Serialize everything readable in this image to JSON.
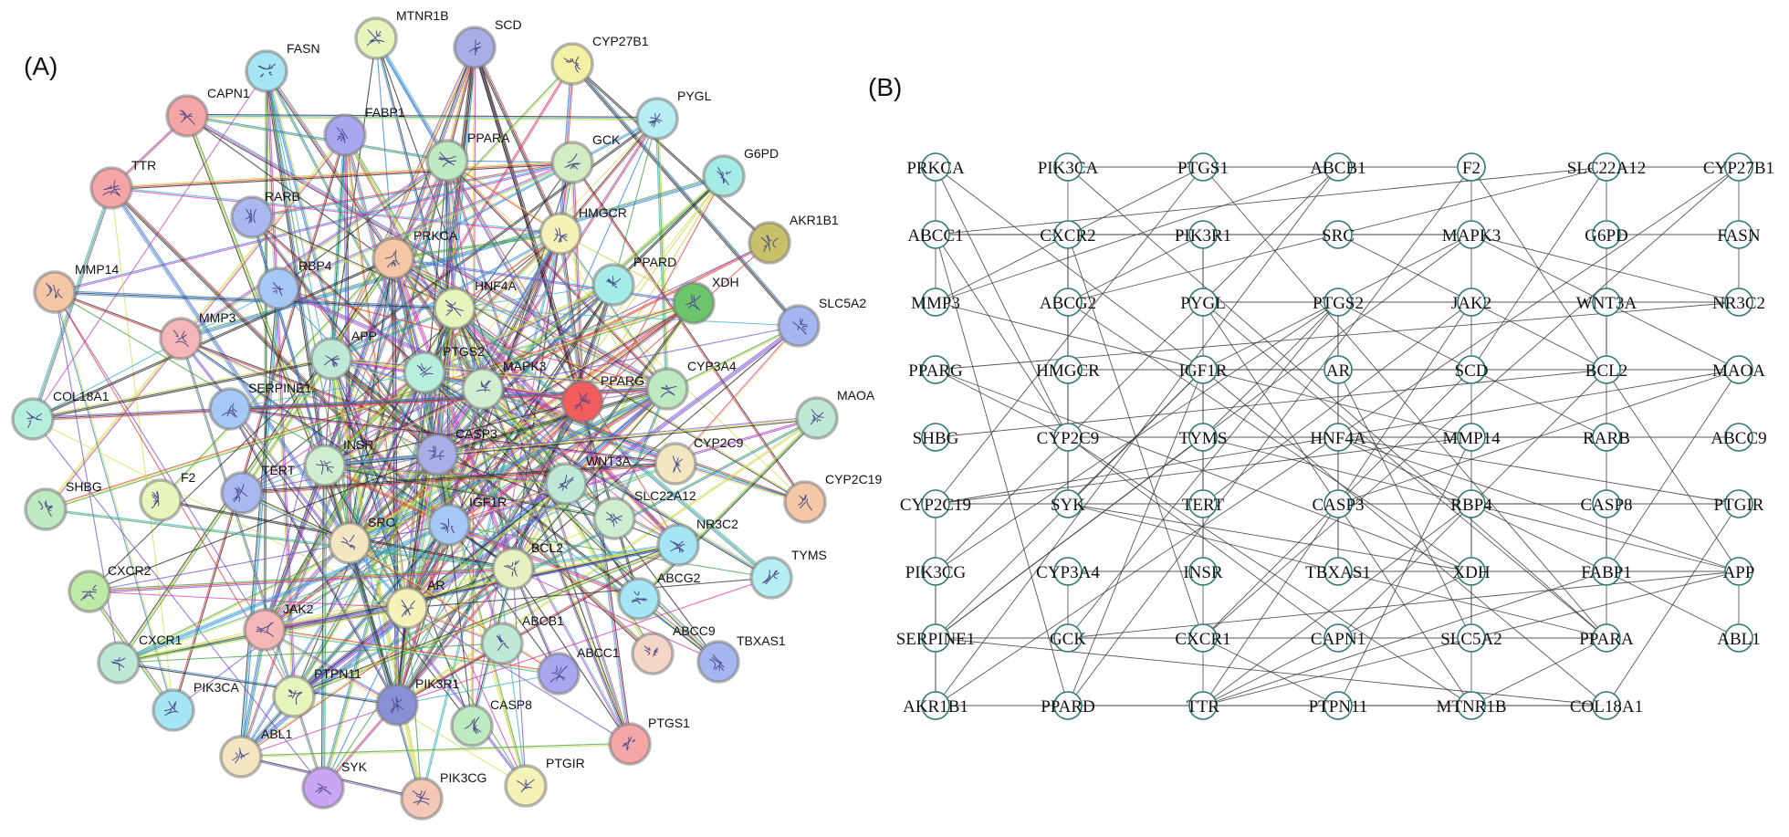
{
  "panel_a": {
    "label": "(A)",
    "nodes": [
      {
        "id": "MTNR1B",
        "color": "#e6f5bb"
      },
      {
        "id": "SCD",
        "color": "#a9aee6"
      },
      {
        "id": "CYP27B1",
        "color": "#f4f0a6"
      },
      {
        "id": "FASN",
        "color": "#a6e6f4"
      },
      {
        "id": "CAPN1",
        "color": "#f4a6a6"
      },
      {
        "id": "FABP1",
        "color": "#a9a6f0"
      },
      {
        "id": "PYGL",
        "color": "#b6eef4"
      },
      {
        "id": "PPARA",
        "color": "#bfe9c0"
      },
      {
        "id": "GCK",
        "color": "#d4ecc4"
      },
      {
        "id": "G6PD",
        "color": "#a6ece6"
      },
      {
        "id": "TTR",
        "color": "#f4a6a6"
      },
      {
        "id": "RARB",
        "color": "#aab8f0"
      },
      {
        "id": "HMGCR",
        "color": "#f4f2b6"
      },
      {
        "id": "AKR1B1",
        "color": "#c9c06a"
      },
      {
        "id": "PRKCA",
        "color": "#f4c8a6"
      },
      {
        "id": "MMP14",
        "color": "#f4c8a6"
      },
      {
        "id": "RBP4",
        "color": "#a6c8f4"
      },
      {
        "id": "PPARD",
        "color": "#a6ece6"
      },
      {
        "id": "XDH",
        "color": "#6cc46c"
      },
      {
        "id": "HNF4A",
        "color": "#e6f5bb"
      },
      {
        "id": "SLC5A2",
        "color": "#a6b6f0"
      },
      {
        "id": "MMP3",
        "color": "#f4b6b6"
      },
      {
        "id": "APP",
        "color": "#bfe9d6"
      },
      {
        "id": "PTGS2",
        "color": "#b6eede"
      },
      {
        "id": "MAPK3",
        "color": "#cfeed0"
      },
      {
        "id": "PPARG",
        "color": "#f25c5c"
      },
      {
        "id": "CYP3A4",
        "color": "#bfe9c0"
      },
      {
        "id": "COL18A1",
        "color": "#b6eede"
      },
      {
        "id": "SERPINE1",
        "color": "#a6c8f4"
      },
      {
        "id": "MAOA",
        "color": "#bfe9d6"
      },
      {
        "id": "INSR",
        "color": "#cfeed0"
      },
      {
        "id": "CASP3",
        "color": "#a9aee6"
      },
      {
        "id": "CYP2C9",
        "color": "#f4e6c0"
      },
      {
        "id": "WNT3A",
        "color": "#bfe9d6"
      },
      {
        "id": "CYP2C19",
        "color": "#f4c8a6"
      },
      {
        "id": "SHBG",
        "color": "#bfe9c0"
      },
      {
        "id": "F2",
        "color": "#e6f5bb"
      },
      {
        "id": "TERT",
        "color": "#aab8f0"
      },
      {
        "id": "IGF1R",
        "color": "#a6c8f4"
      },
      {
        "id": "SLC22A12",
        "color": "#cfeed0"
      },
      {
        "id": "NR3C2",
        "color": "#a6e6f4"
      },
      {
        "id": "SRC",
        "color": "#f4e6c0"
      },
      {
        "id": "TYMS",
        "color": "#b6eef4"
      },
      {
        "id": "BCL2",
        "color": "#e6f0c0"
      },
      {
        "id": "CXCR2",
        "color": "#bfe9a6"
      },
      {
        "id": "ABCG2",
        "color": "#a6e6f4"
      },
      {
        "id": "JAK2",
        "color": "#f4b6b6"
      },
      {
        "id": "AR",
        "color": "#f4f2b6"
      },
      {
        "id": "ABCC9",
        "color": "#f4d6c8"
      },
      {
        "id": "ABCB1",
        "color": "#bfe9d6"
      },
      {
        "id": "CXCR1",
        "color": "#bfe9d6"
      },
      {
        "id": "ABCC1",
        "color": "#a9a6f0"
      },
      {
        "id": "TBXAS1",
        "color": "#a6b6f0"
      },
      {
        "id": "PTPN11",
        "color": "#e6f5bb"
      },
      {
        "id": "PIK3R1",
        "color": "#8a90d6"
      },
      {
        "id": "PIK3CA",
        "color": "#a6e6f4"
      },
      {
        "id": "CASP8",
        "color": "#bfe9c0"
      },
      {
        "id": "PTGS1",
        "color": "#f4a6a6"
      },
      {
        "id": "ABL1",
        "color": "#f4e6c0"
      },
      {
        "id": "PTGIR",
        "color": "#f4f2b6"
      },
      {
        "id": "PIK3CG",
        "color": "#f4c8b6"
      },
      {
        "id": "SYK",
        "color": "#c8a6f4"
      }
    ]
  },
  "panel_b": {
    "label": "(B)",
    "rows": [
      [
        "PRKCA",
        "PIK3CA",
        "PTGS1",
        "ABCB1",
        "F2",
        "SLC22A12",
        "CYP27B1"
      ],
      [
        "ABCC1",
        "CXCR2",
        "PIK3R1",
        "SRC",
        "MAPK3",
        "G6PD",
        "FASN"
      ],
      [
        "MMP3",
        "ABCG2",
        "PYGL",
        "PTGS2",
        "JAK2",
        "WNT3A",
        "NR3C2"
      ],
      [
        "PPARG",
        "HMGCR",
        "IGF1R",
        "AR",
        "SCD",
        "BCL2",
        "MAOA"
      ],
      [
        "SHBG",
        "CYP2C9",
        "TYMS",
        "HNF4A",
        "MMP14",
        "RARB",
        "ABCC9"
      ],
      [
        "CYP2C19",
        "SYK",
        "TERT",
        "CASP3",
        "RBP4",
        "CASP8",
        "PTGIR"
      ],
      [
        "PIK3CG",
        "CYP3A4",
        "INSR",
        "TBXAS1",
        "XDH",
        "FABP1",
        "APP"
      ],
      [
        "SERPINE1",
        "GCK",
        "CXCR1",
        "CAPN1",
        "SLC5A2",
        "PPARA",
        "ABL1"
      ],
      [
        "AKR1B1",
        "PPARD",
        "TTR",
        "PTPN11",
        "MTNR1B",
        "COL18A1"
      ]
    ]
  }
}
